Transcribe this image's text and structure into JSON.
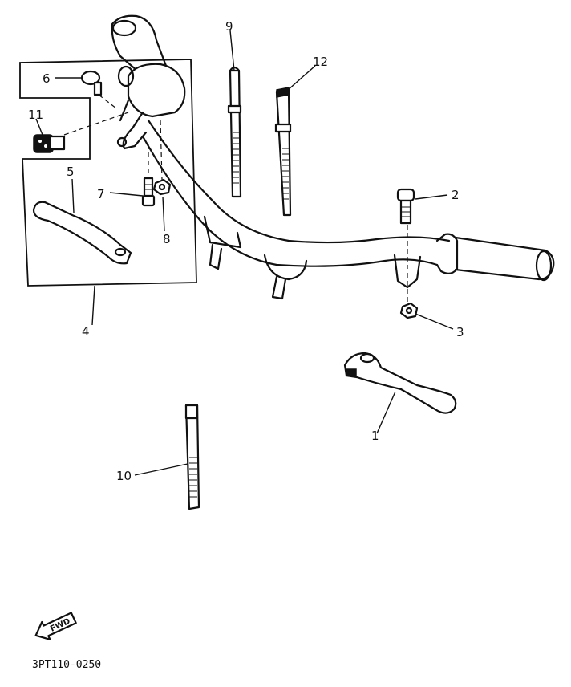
{
  "callouts": [
    {
      "id": "1",
      "label": "1"
    },
    {
      "id": "2",
      "label": "2"
    },
    {
      "id": "3",
      "label": "3"
    },
    {
      "id": "4",
      "label": "4"
    },
    {
      "id": "5",
      "label": "5"
    },
    {
      "id": "6",
      "label": "6"
    },
    {
      "id": "7",
      "label": "7"
    },
    {
      "id": "8",
      "label": "8"
    },
    {
      "id": "9",
      "label": "9"
    },
    {
      "id": "10",
      "label": "10"
    },
    {
      "id": "11",
      "label": "11"
    },
    {
      "id": "12",
      "label": "12"
    }
  ],
  "direction_marker": {
    "label": "FWD"
  },
  "drawing_code": "3PT110-0250"
}
